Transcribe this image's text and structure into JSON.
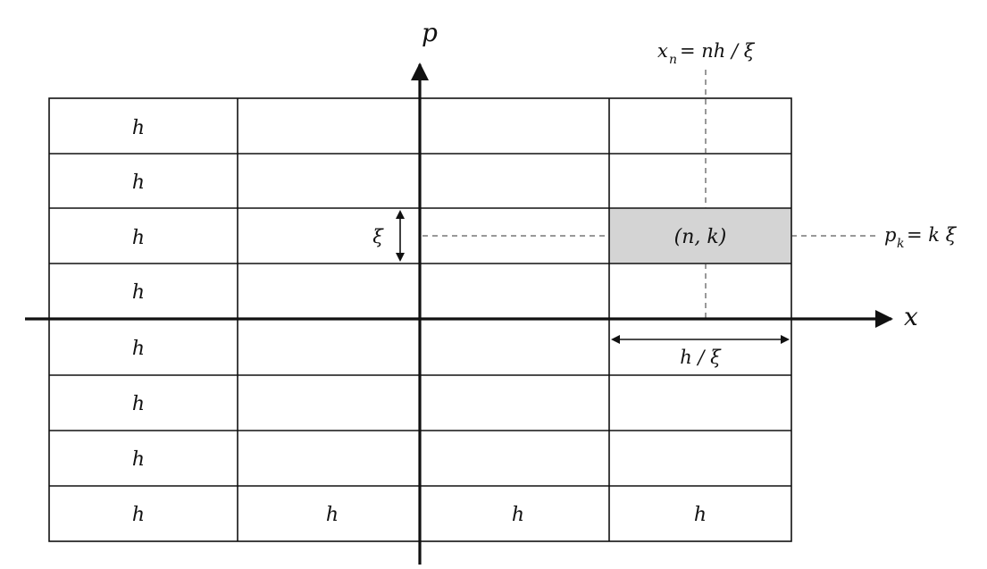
{
  "axes": {
    "x_label": "x",
    "p_label": "p"
  },
  "grid": {
    "rows": 8,
    "cols": 4,
    "cell_label": "h",
    "labeled_cells": [
      [
        0,
        0
      ],
      [
        1,
        0
      ],
      [
        2,
        0
      ],
      [
        3,
        0
      ],
      [
        4,
        0
      ],
      [
        5,
        0
      ],
      [
        6,
        0
      ],
      [
        7,
        0
      ],
      [
        7,
        1
      ],
      [
        7,
        2
      ],
      [
        7,
        3
      ]
    ],
    "highlight": {
      "row": 2,
      "col": 3,
      "label": "(n, k)",
      "color": "#d4d4d4"
    }
  },
  "annotations": {
    "xi_label": "ξ",
    "xn_main": "x",
    "xn_sub": "n",
    "xn_rhs": "= nh / ξ",
    "pk_main": "p",
    "pk_sub": "k",
    "pk_rhs": "= k ξ",
    "width_label": "h / ξ"
  }
}
